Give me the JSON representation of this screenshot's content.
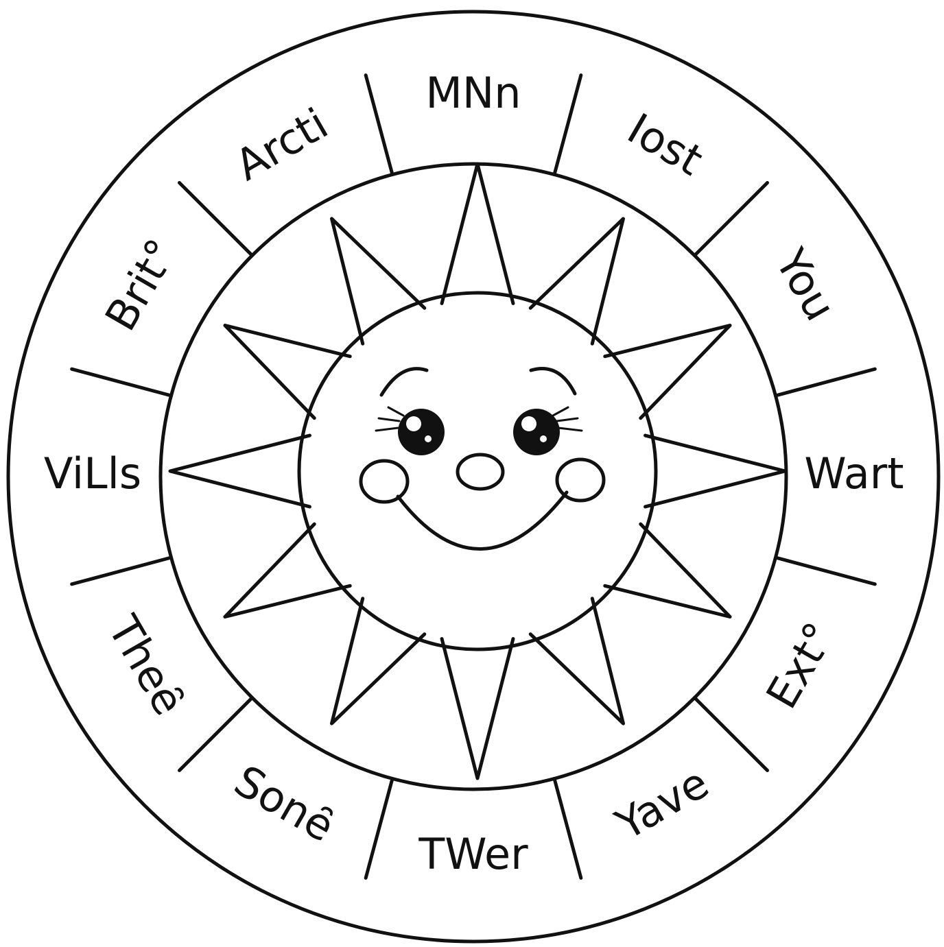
{
  "wheel": {
    "segments": [
      {
        "label": "MNn"
      },
      {
        "label": "Iost"
      },
      {
        "label": "You"
      },
      {
        "label": "Wart"
      },
      {
        "label": "Ext°"
      },
      {
        "label": "Yave"
      },
      {
        "label": "TWer"
      },
      {
        "label": "Sonȇ"
      },
      {
        "label": "Theȇ"
      },
      {
        "label": "ViLls"
      },
      {
        "label": "Brit°"
      },
      {
        "label": "Arcti"
      }
    ]
  },
  "colors": {
    "ink": "#111111",
    "paper": "#ffffff"
  },
  "center_icon": "smiling-sun-icon"
}
